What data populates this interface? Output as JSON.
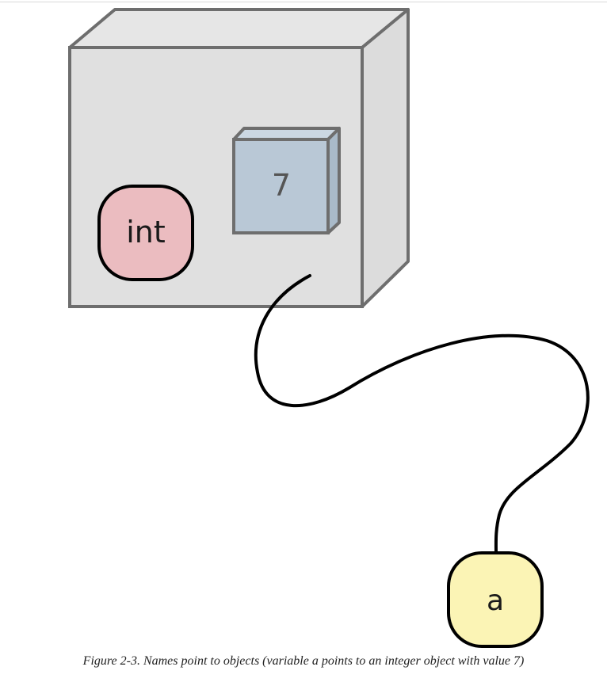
{
  "diagram": {
    "object_value": "7",
    "type_label": "int",
    "name_label": "a"
  },
  "caption": {
    "prefix": "Figure 2-3. Names point to objects (variable ",
    "var": "a",
    "middle": " points to an integer object with value ",
    "value": "7",
    "suffix": ")"
  },
  "colors": {
    "box_face": "#e0e0e0",
    "box_stroke": "#6e6e6e",
    "value_cube": "#b9c8d6",
    "type_badge": "#ebbcc0",
    "name_tag": "#fbf4b5",
    "wire": "#000000"
  }
}
